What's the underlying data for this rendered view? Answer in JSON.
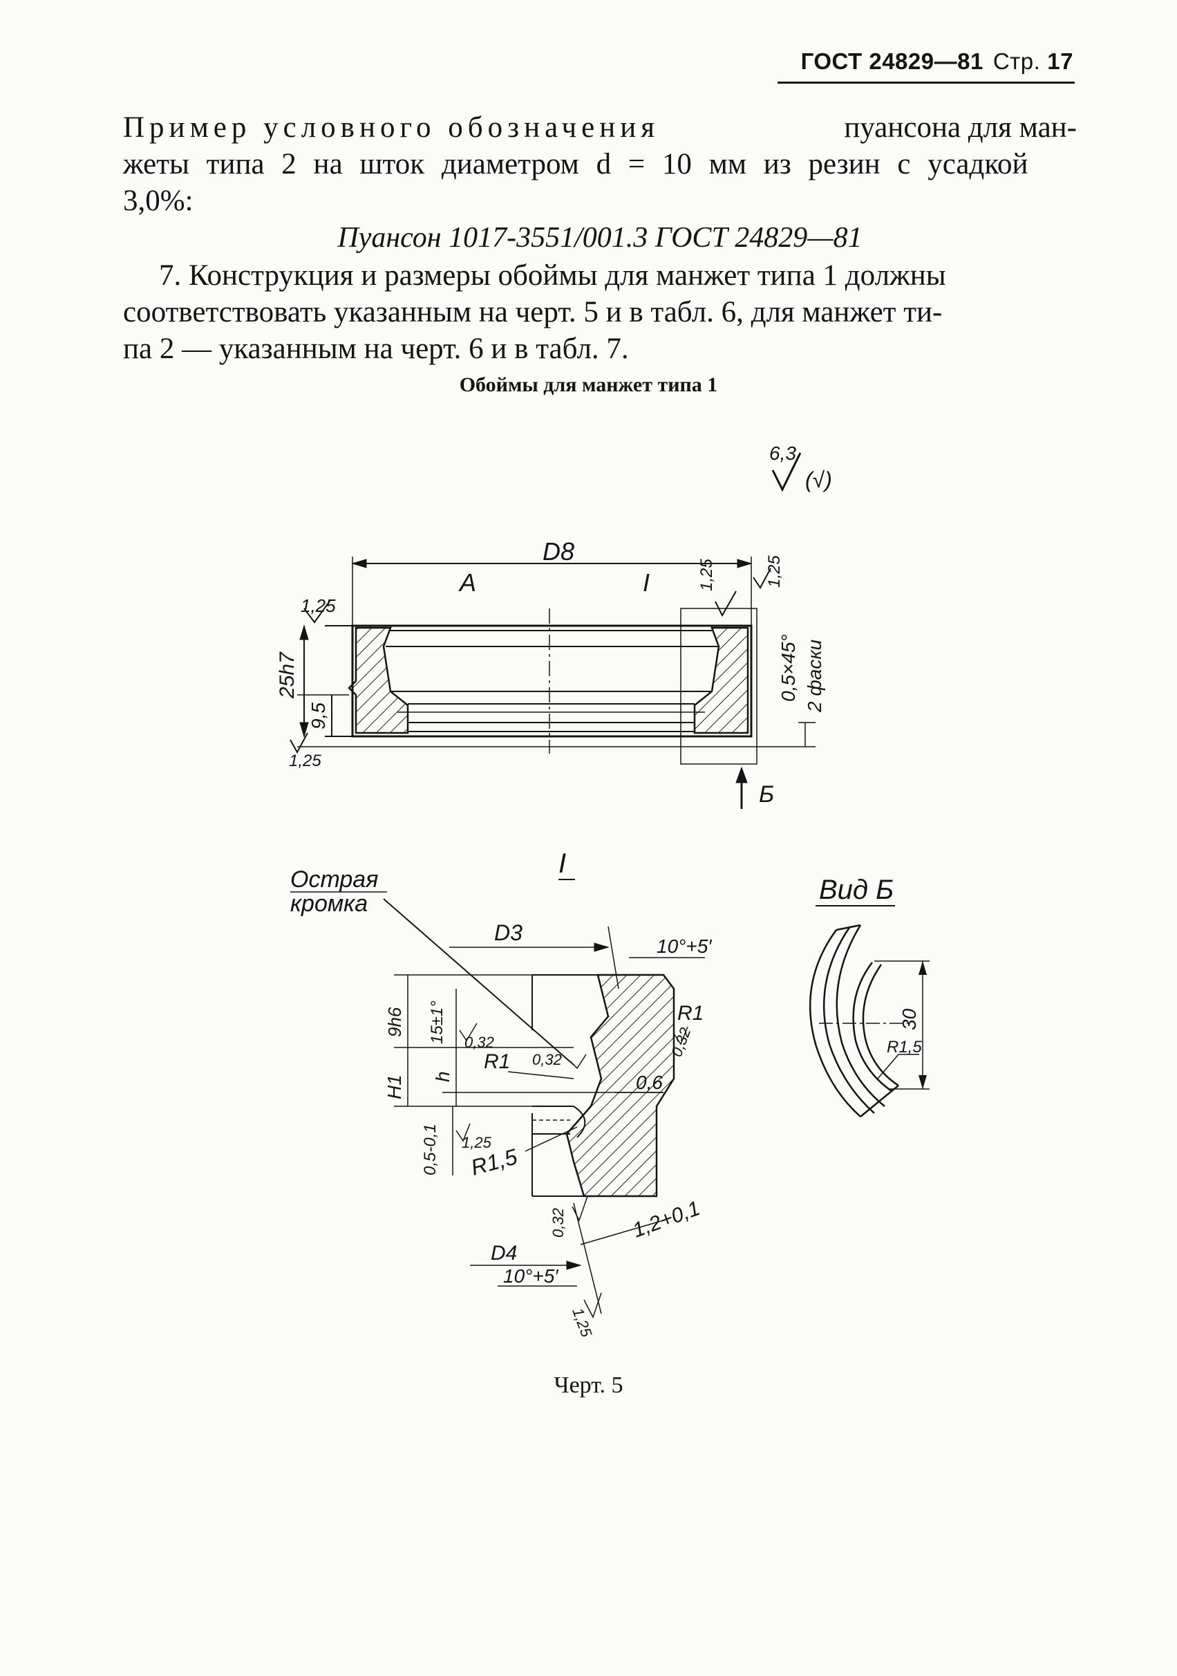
{
  "header": {
    "standard": "ГОСТ 24829—81",
    "page_label": "Стр.",
    "page_number": "17"
  },
  "text": {
    "intro_lead": "Пример условного обозначения",
    "intro_rest_1": "пуансона для ман-",
    "intro_line_2": "жеты типа 2 на шток диаметром d = 10 мм из резин с усадкой",
    "intro_line_3": "3,0%:",
    "designation": "Пуансон 1017-3551/001.3 ГОСТ 24829—81",
    "para7_line_1": "7. Конструкция и размеры обоймы для манжет типа 1 должны",
    "para7_line_2": "соответствовать указанным на черт. 5 и в табл. 6, для манжет ти-",
    "para7_line_3": "па 2 — указанным на черт. 6 и в табл. 7."
  },
  "figure": {
    "title": "Обоймы для манжет типа 1",
    "roughness_general": "6,3",
    "roughness_paren": "(√)",
    "main_view": {
      "dim_diameter": "D8",
      "section_mark_a": "A",
      "detail_mark": "I",
      "roughness_1": "1,25",
      "roughness_2": "1,25",
      "roughness_3": "1,25",
      "roughness_4": "1,25",
      "dim_height": "25h7",
      "dim_9_5": "9,5",
      "chamfer": "0,5×45°",
      "chamfer_note": "2 фаски",
      "view_mark": "Б"
    },
    "detail_view": {
      "label": "I",
      "sharp_edge_1": "Острая",
      "sharp_edge_2": "кромка",
      "d3": "D3",
      "angle_top": "10°+5′",
      "h9": "9h6",
      "angle_15": "15±1°",
      "r_032_a": "0,32",
      "r_032_b": "0,32",
      "r_032_c": "0,32",
      "r_032_d": "0,32",
      "r1_a": "R1",
      "r1_b": "R1",
      "h1": "H1",
      "h": "h",
      "dim_0_6": "0,6",
      "r_125": "1,25",
      "dim_05": "0,5-0,1",
      "r1_5": "R1,5",
      "dim_12": "1,2+0,1",
      "d4": "D4",
      "angle_bottom": "10°+5′",
      "r_125_b": "1,25"
    },
    "view_b": {
      "label": "Вид Б",
      "dim_30": "30",
      "radius": "R1,5"
    },
    "caption": "Черт. 5"
  }
}
